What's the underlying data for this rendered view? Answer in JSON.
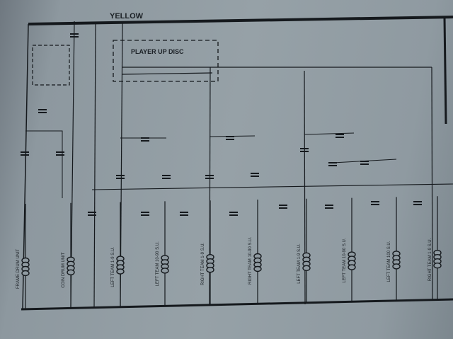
{
  "diagram": {
    "top_bus_label": "YELLOW",
    "disc_label": "PLAYER UP DISC",
    "units": [
      {
        "label": "FRAME DRUM UNIT"
      },
      {
        "label": "COIN DRUM UNIT"
      },
      {
        "label": "LEFT TEAM 1-9 S.U."
      },
      {
        "label": "LEFT TEAM 10-90 S.U."
      },
      {
        "label": "RIGHT TEAM 1-9 S.U."
      },
      {
        "label": "RIGHT TEAM 10-90 S.U."
      },
      {
        "label": "LEFT TEAM 1-9 S.U."
      },
      {
        "label": "LEFT TEAM 10-90 S.U."
      },
      {
        "label": "LEFT TEAM 100 S.U."
      },
      {
        "label": "RIGHT TEAM 1-9 S.U."
      }
    ],
    "colors": {
      "ink": "#15191d",
      "paper": "#8f9aa1"
    }
  }
}
